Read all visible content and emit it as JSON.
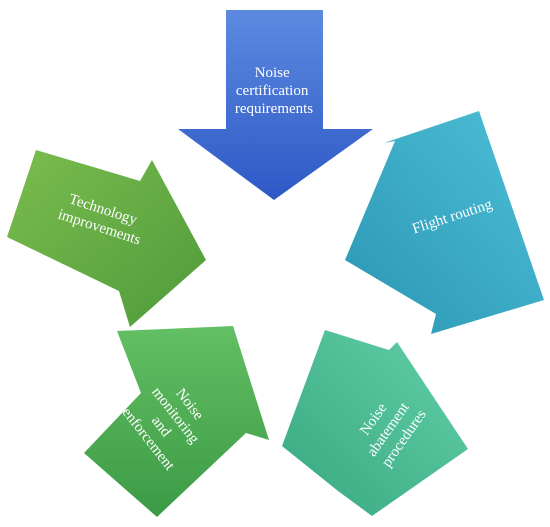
{
  "arrows": [
    {
      "id": "noise-certification",
      "lines": [
        "Noise",
        "certification",
        "requirements"
      ],
      "color_light": "#5d8ae0",
      "color_dark": "#2e58c6"
    },
    {
      "id": "flight-routing",
      "lines": [
        "Flight routing"
      ],
      "color_light": "#4ec0d8",
      "color_dark": "#2a95b3"
    },
    {
      "id": "noise-abatement",
      "lines": [
        "Noise",
        "abatement",
        "procedures"
      ],
      "color_light": "#62cfa7",
      "color_dark": "#38a880"
    },
    {
      "id": "noise-monitoring",
      "lines": [
        "Noise",
        "monitoring",
        "and",
        "enforcement"
      ],
      "color_light": "#63bf63",
      "color_dark": "#3b9a45"
    },
    {
      "id": "technology-improvements",
      "lines": [
        "Technology",
        "improvements"
      ],
      "color_light": "#7bbd4e",
      "color_dark": "#4e9a3b"
    }
  ]
}
